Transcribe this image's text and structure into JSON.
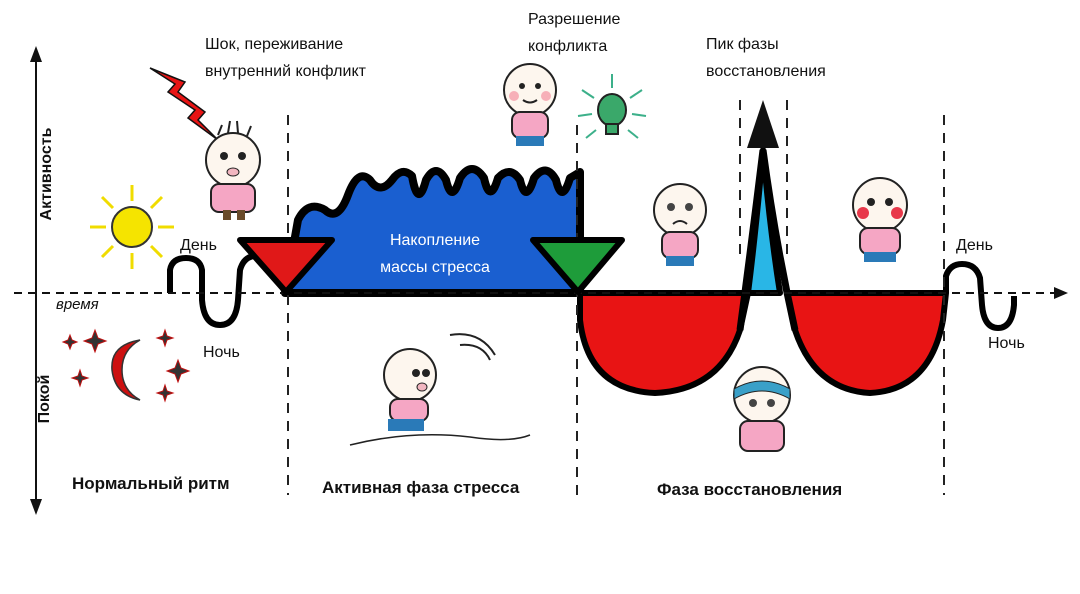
{
  "axes": {
    "y_top": "Активность",
    "y_bottom": "Покой",
    "x": "время"
  },
  "labels": {
    "day_left": "День",
    "night_left": "Ночь",
    "day_right": "День",
    "night_right": "Ночь",
    "shock_line1": "Шок, переживание",
    "shock_line2": "внутренний конфликт",
    "resolution_line1": "Разрешение",
    "resolution_line2": "конфликта",
    "peak_line1": "Пик фазы",
    "peak_line2": "восстановления",
    "stress_mass_line1": "Накопление",
    "stress_mass_line2": "массы стресса"
  },
  "phases": {
    "normal": "Нормальный ритм",
    "active": "Активная фаза стресса",
    "recovery": "Фаза восстановления"
  },
  "colors": {
    "stress_fill": "#1a5fd0",
    "recovery_fill": "#e81414",
    "peak_fill": "#29b6e6",
    "shock_triangle": "#e01818",
    "resolution_triangle": "#1e9c3a",
    "sun": "#f5e400",
    "lightning": "#e81414",
    "moon": "#cc1010"
  },
  "icons": [
    "sun-icon",
    "moon-icon",
    "stars-icon",
    "lightning-icon",
    "lightbulb-icon"
  ],
  "figures": [
    "shocked-child",
    "relieved-child",
    "sad-child",
    "running-child",
    "bandaged-child",
    "recovering-child"
  ]
}
